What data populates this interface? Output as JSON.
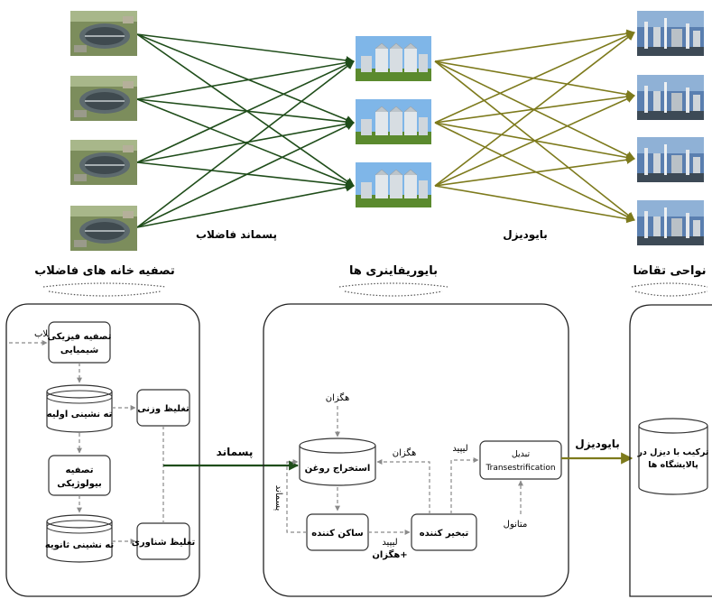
{
  "top": {
    "plants_label": "تصفیه خانه های فاضلاب",
    "refineries_label": "بایوریفاینری ها",
    "demand_label": "نواحی تقاضا",
    "flow1_label": "پسماند فاضلاب",
    "flow2_label": "بایودیزل"
  },
  "colors": {
    "flow1": "#1f4d1a",
    "flow2": "#7d7a1c",
    "box_border": "#333333",
    "dashed": "#8a8a8a"
  },
  "left_panel": {
    "input_label": "فاضلاب",
    "phys_chem": [
      "تصفیه فیزیکی",
      "شیمیایی"
    ],
    "primary_settling": "ته نشینی اولیه",
    "bio": [
      "تصفیه",
      "بیولوژیکی"
    ],
    "secondary_settling": "ته نشینی ثانویه",
    "gravity_thickening": "تغلیظ وزنی",
    "flotation_thickening": "تغلیظ شناوری"
  },
  "mid": {
    "sludge_arrow": "پسماند",
    "biodiesel_arrow": "بایودیزل",
    "hexane_top": "هگزان",
    "oil_extraction": "استخراج روغن",
    "hexane_return": "هگزان",
    "settler": "ساکن کننده",
    "evaporator": "تبخیر کننده",
    "lipid_plus_hexane": [
      "لیپید",
      "+هگزان"
    ],
    "lipid": "لیپید",
    "transesterification": [
      "تبدیل",
      "Transestrification"
    ],
    "methanol": "متانول",
    "residue": "پسماند"
  },
  "right_panel": {
    "blend": [
      "ترکیب با دیزل در",
      "پالایشگاه ها"
    ]
  },
  "icons": {
    "plant": "wastewater-plant-icon",
    "refinery": "biorefinery-silo-icon",
    "demand": "industrial-demand-icon"
  }
}
